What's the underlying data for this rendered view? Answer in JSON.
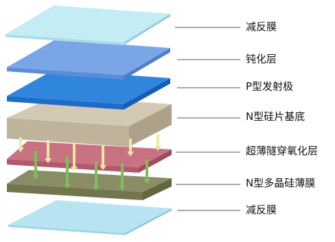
{
  "layers": [
    {
      "label": "减反膜",
      "top": "#c4ecf4",
      "front": "#a8dcea",
      "side": "#95cfe0"
    },
    {
      "label": "钝化层",
      "top": "#7aa6e8",
      "front": "#5e8bd8",
      "side": "#4f7ccb"
    },
    {
      "label": "P型发射极",
      "top": "#2f86dc",
      "front": "#1f6cc8",
      "side": "#175db4"
    },
    {
      "label": "N型硅片基底",
      "top": "#d3c9b4",
      "front": "#bfb39b",
      "side": "#ada18a"
    },
    {
      "label": "超薄隧穿氧化层",
      "top": "#c87282",
      "front": "#b05a6c",
      "side": "#9c4d5e"
    },
    {
      "label": "N型多晶硅薄膜",
      "top": "#8a8c66",
      "front": "#73754f",
      "side": "#646640"
    },
    {
      "label": "减反膜",
      "top": "#b8e4f2",
      "front": "#9fd4e8",
      "side": "#8dc6dc"
    }
  ],
  "colors": {
    "leader_line": "#555555",
    "arrow_yellow": "#f0e6a6",
    "arrow_green": "#7cbf5a"
  }
}
